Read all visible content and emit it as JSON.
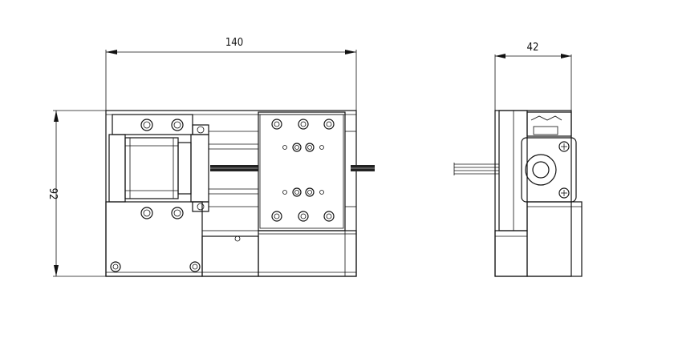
{
  "dimensions": {
    "width_label": "140",
    "height_label": "92",
    "depth_label": "42"
  },
  "views": [
    "front-view",
    "side-view"
  ],
  "colors": {
    "line": "#111111",
    "background": "#ffffff"
  }
}
